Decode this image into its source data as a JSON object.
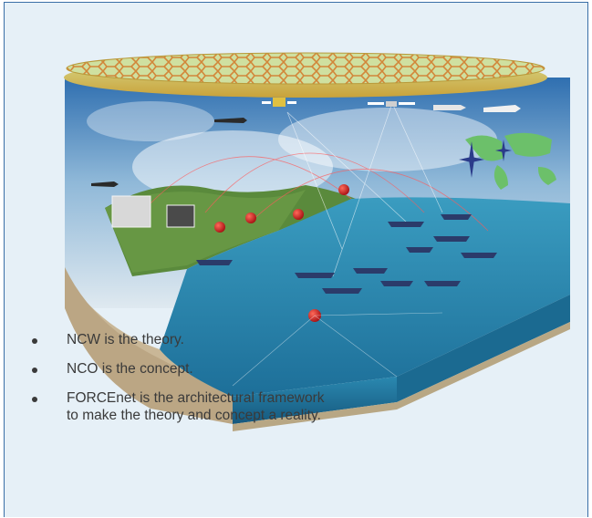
{
  "bullets": [
    {
      "text": "NCW is the theory."
    },
    {
      "text": "NCO is the concept."
    },
    {
      "text": "FORCEnet is the architectural framework to make the theory and concept a reality."
    }
  ],
  "colors": {
    "panel_background": "#e6f0f7",
    "panel_border": "#3a6fa6",
    "text": "#3a3a3a",
    "sea": "#2a8db3",
    "land": "#5a8a3c",
    "canopy": "#d9c04a"
  },
  "illustration": {
    "subject": "network-centric-battlespace",
    "icons": [
      "satellite-icon",
      "aircraft-icon",
      "ship-icon",
      "node-icon",
      "world-map-icon",
      "star-icon"
    ]
  }
}
